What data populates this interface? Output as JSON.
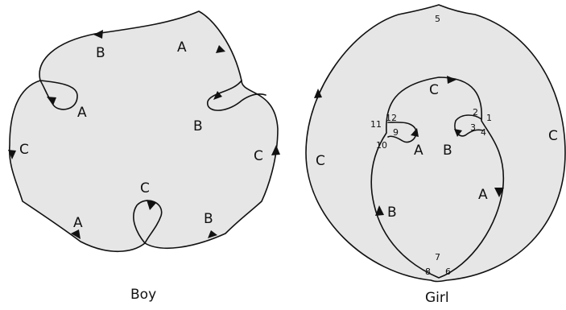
{
  "boy": {
    "caption": "Boy",
    "labels": {
      "top_b": "B",
      "top_a": "A",
      "left_a": "A",
      "right_b": "B",
      "left_c": "C",
      "right_c": "C",
      "bottom_c": "C",
      "bottom_a": "A",
      "bottom_b": "B"
    }
  },
  "girl": {
    "caption": "Girl",
    "labels": {
      "inner_c": "C",
      "outer_left_c": "C",
      "outer_right_c": "C",
      "loop_a": "A",
      "loop_b": "B",
      "lower_a": "A",
      "lower_b": "B"
    },
    "numbers": [
      "1",
      "2",
      "3",
      "4",
      "5",
      "6",
      "7",
      "8",
      "9",
      "10",
      "11",
      "12"
    ]
  },
  "colors": {
    "fill": "#e6e6e6",
    "stroke": "#111111"
  }
}
